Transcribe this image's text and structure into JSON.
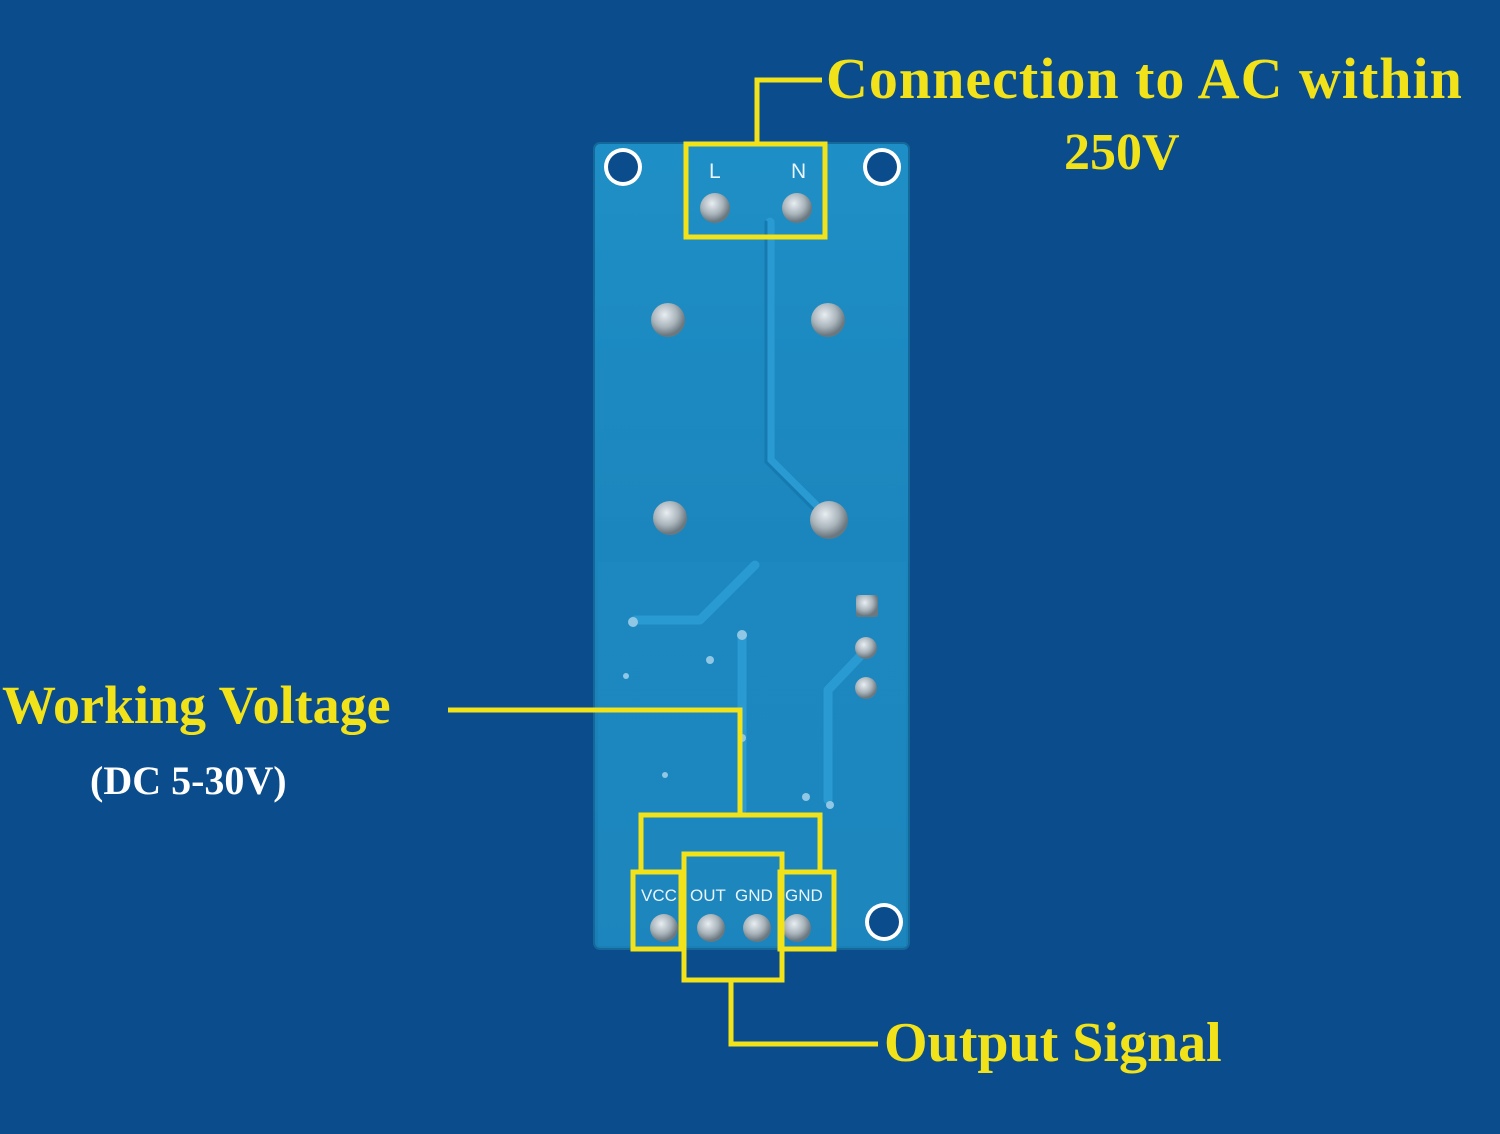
{
  "labels": {
    "ac_connection_line1": "Connection to AC within",
    "ac_connection_line2": "250V",
    "working_voltage": "Working Voltage",
    "working_voltage_range": "(DC 5-30V)",
    "output_signal": "Output Signal"
  },
  "board_pins": {
    "ac_live": "L",
    "ac_neutral": "N",
    "vcc": "VCC",
    "out": "OUT",
    "gnd_1": "GND",
    "gnd_2": "GND"
  },
  "colors": {
    "background": "#0b4d8c",
    "board": "#1f8dc4",
    "highlight": "#f2e21a",
    "subtitle_text": "#ffffff"
  }
}
